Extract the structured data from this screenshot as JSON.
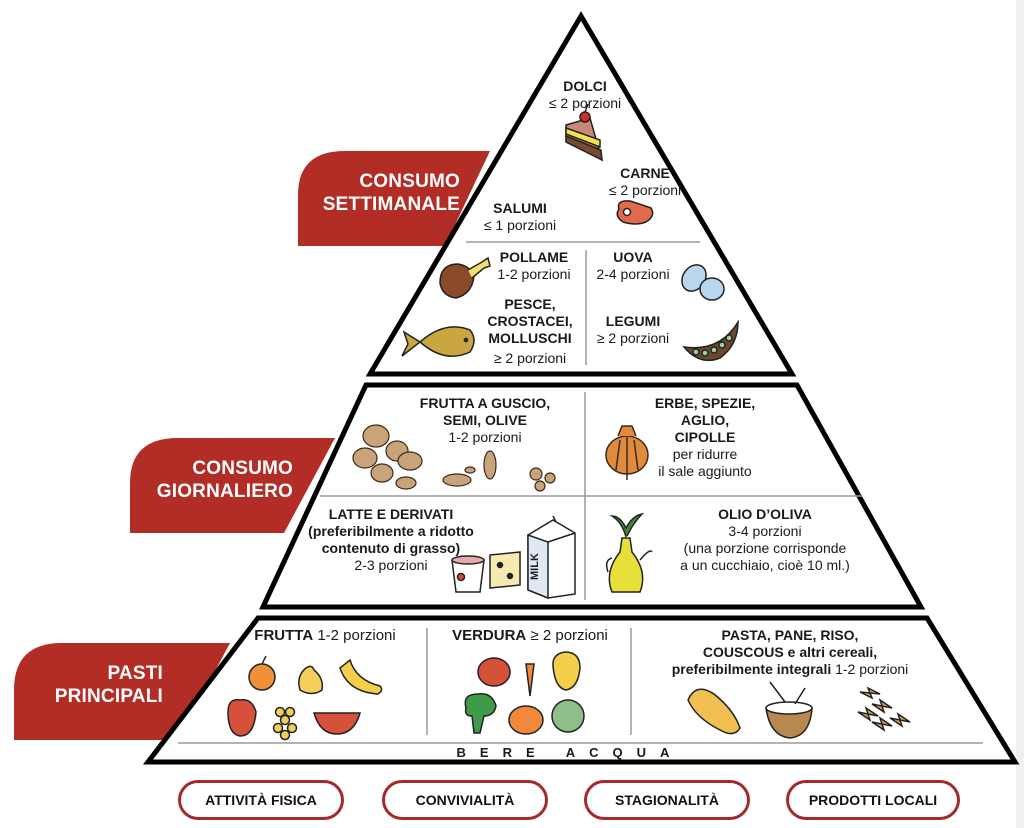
{
  "colors": {
    "banner": "#b12d26",
    "outline": "#000000",
    "pill_border": "#a8282a",
    "divider": "#9a9a9a"
  },
  "banners": {
    "weekly": [
      "CONSUMO",
      "SETTIMANALE"
    ],
    "daily": [
      "CONSUMO",
      "GIORNALIERO"
    ],
    "main_meals": [
      "PASTI",
      "PRINCIPALI"
    ]
  },
  "weekly": {
    "dolci": {
      "name": "DOLCI",
      "portions": "≤ 2 porzioni",
      "icon": "cake-slice-icon"
    },
    "carne": {
      "name": "CARNE",
      "portions": "≤ 2 porzioni",
      "icon": "steak-icon"
    },
    "salumi": {
      "name": "SALUMI",
      "portions": "≤ 1 porzioni"
    },
    "pollame": {
      "name": "POLLAME",
      "portions": "1-2 porzioni",
      "icon": "chicken-leg-icon"
    },
    "uova": {
      "name": "UOVA",
      "portions": "2-4 porzioni",
      "icon": "eggs-icon"
    },
    "pesce": {
      "name": [
        "PESCE,",
        "CROSTACEI,",
        "MOLLUSCHI"
      ],
      "portions": "≥ 2 porzioni",
      "icon": "fish-icon"
    },
    "legumi": {
      "name": "LEGUMI",
      "portions": "≥ 2 porzioni",
      "icon": "pea-pod-icon"
    }
  },
  "daily": {
    "frutta_guscio": {
      "name": [
        "FRUTTA A GUSCIO,",
        "SEMI, OLIVE"
      ],
      "portions": "1-2 porzioni",
      "icon": "nuts-icon"
    },
    "erbe": {
      "name": [
        "ERBE, SPEZIE,",
        "AGLIO,",
        "CIPOLLE"
      ],
      "note": [
        "per ridurre",
        "il sale aggiunto"
      ],
      "icon": "onion-icon"
    },
    "latte": {
      "name": "LATTE E DERIVATI",
      "subtitle": [
        "(preferibilmente a ridotto",
        "contenuto di grasso)"
      ],
      "portions": "2-3 porzioni",
      "icon": "dairy-icon",
      "milk_label": "MILK"
    },
    "olio": {
      "name": "OLIO D’OLIVA",
      "portions": "3-4 porzioni",
      "note": [
        "(una porzione corrisponde",
        "a un cucchiaio, cioè 10 ml.)"
      ],
      "icon": "olive-oil-icon"
    }
  },
  "main": {
    "frutta": {
      "name": "FRUTTA",
      "portions": "1-2 porzioni",
      "icon": "fruits-icon"
    },
    "verdura": {
      "name": "VERDURA",
      "portions": "≥ 2 porzioni",
      "icon": "vegetables-icon"
    },
    "cereali": {
      "name_lines": [
        "PASTA, PANE, RISO,",
        "COUSCOUS"
      ],
      "mid": " e altri cereali,",
      "bold_tail": "preferibilmente integrali",
      "portions": " 1-2 porzioni",
      "icon": "cereals-icon"
    }
  },
  "water": "BERE ACQUA",
  "lifestyle": [
    "ATTIVITÀ FISICA",
    "CONVIVIALITÀ",
    "STAGIONALITÀ",
    "PRODOTTI LOCALI"
  ]
}
